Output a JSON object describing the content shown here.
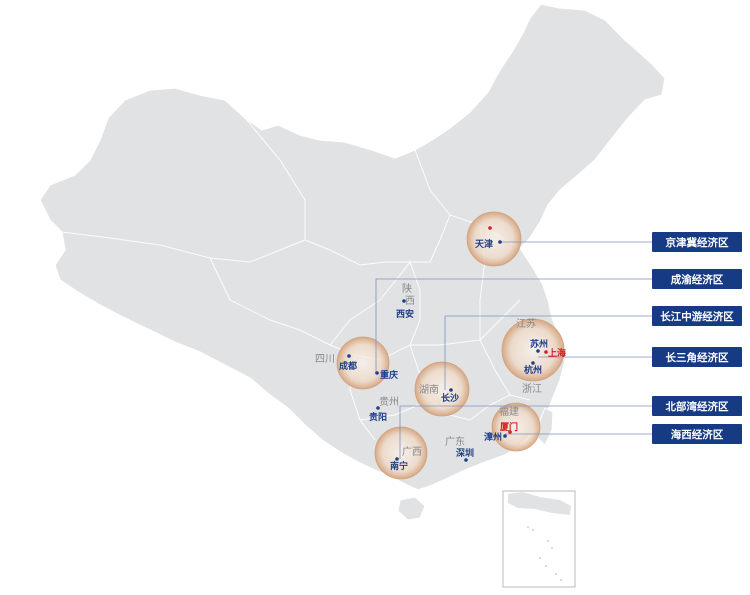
{
  "colors": {
    "land": "#e1e2e3",
    "border": "#ffffff",
    "badge": "#163a83",
    "city_dot_blue": "#1f3f8a",
    "city_dot_red": "#d21f1f",
    "highlight": "#d4a17a"
  },
  "economic_zones": [
    {
      "label": "京津冀经济区"
    },
    {
      "label": "成渝经济区"
    },
    {
      "label": "长江中游经济区"
    },
    {
      "label": "长三角经济区"
    },
    {
      "label": "北部湾经济区"
    },
    {
      "label": "海西经济区"
    }
  ],
  "regions": {
    "shaanxi": "陕\n西",
    "sichuan": "四川",
    "hunan": "湖南",
    "guizhou": "贵州",
    "guangxi": "广西",
    "guangdong": "广东",
    "fujian": "福建",
    "jiangsu": "江苏",
    "zhejiang": "浙江"
  },
  "cities": {
    "tianjin": "天津",
    "xian": "西安",
    "chengdu": "成都",
    "chongqing": "重庆",
    "changsha": "长沙",
    "guiyang": "贵阳",
    "nanning": "南宁",
    "shenzhen": "深圳",
    "suzhou": "苏州",
    "shanghai": "上海",
    "hangzhou": "杭州",
    "xiamen": "厦门",
    "zhangzhou": "漳州"
  }
}
